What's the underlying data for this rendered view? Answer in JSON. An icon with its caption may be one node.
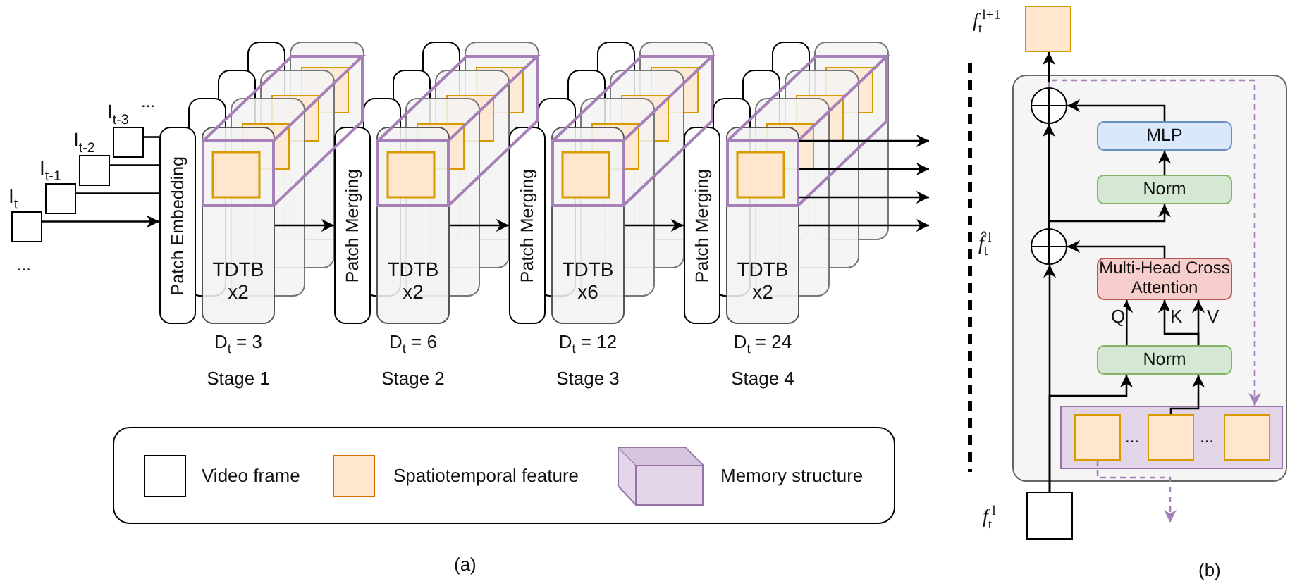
{
  "diagram": {
    "nodes": [
      {
        "text": [],
        "shape": "box",
        "beside": [
          "I$_{t}$"
        ]
      },
      {
        "text": [],
        "shape": "box",
        "beside": [
          "I$_{t-1}$"
        ]
      },
      {
        "text": [],
        "shape": "box",
        "beside": [
          "I$_{t-2}$"
        ]
      },
      {
        "text": [],
        "shape": "box",
        "beside": [
          "I$_{t-3}$"
        ]
      },
      {
        "text": [
          "Patch Embedding"
        ]
      },
      {
        "text": [
          "TDTB x2"
        ],
        "beside": [
          "D$_{t}$ = 3",
          "Stage 1"
        ]
      },
      {
        "text": [
          "Patch Merging"
        ]
      },
      {
        "text": [
          "TDTB x2"
        ],
        "beside": [
          "D$_{t}$ = 6",
          "Stage 2"
        ]
      },
      {
        "text": [
          "Patch Merging"
        ]
      },
      {
        "text": [
          "TDTB x6"
        ],
        "beside": [
          "D$_{t}$ = 12",
          "Stage 3"
        ]
      },
      {
        "text": [
          "Patch Merging"
        ]
      },
      {
        "text": [
          "TDTB x2"
        ],
        "beside": [
          "D$_{t}$ = 24",
          "Stage 4"
        ]
      },
      {
        "text": [],
        "shape": "box",
        "beside": [
          "*f*$_{t}$$^{l+1}$"
        ]
      },
      {
        "text": [],
        "shape": "box"
      },
      {
        "text": [],
        "shape": "circle",
        "in": 13
      },
      {
        "text": [
          "MLP"
        ],
        "in": 13
      },
      {
        "text": [
          "Norm"
        ],
        "in": 13
      },
      {
        "text": [],
        "shape": "circle",
        "in": 13,
        "beside": [
          "*f̂*$_{t}$$^{l}$"
        ]
      },
      {
        "text": [
          "Multi-Head Cross Attention"
        ],
        "in": 13
      },
      {
        "text": [
          "Norm"
        ],
        "in": 13
      },
      {
        "text": [],
        "shape": "box",
        "in": 13
      },
      {
        "text": [],
        "shape": "box",
        "in": 20
      },
      {
        "text": [],
        "shape": "box",
        "in": 20
      },
      {
        "text": [],
        "shape": "box",
        "in": 20
      },
      {
        "text": [],
        "shape": "box",
        "beside": [
          "*f*$_{t}$$^{l}$"
        ]
      }
    ],
    "edges": [
      {
        "from": 0,
        "to": 4,
        "arrow": "to"
      },
      {
        "from": 1,
        "to": 4,
        "arrow": "none"
      },
      {
        "from": 2,
        "to": 4,
        "arrow": "none"
      },
      {
        "from": 3,
        "to": 4,
        "arrow": "none"
      },
      {
        "from": 5,
        "to": 6,
        "arrow": "to"
      },
      {
        "from": 7,
        "to": 8,
        "arrow": "to"
      },
      {
        "from": 9,
        "to": 10,
        "arrow": "to"
      },
      {
        "from": 11,
        "to": null,
        "arrow": "to"
      },
      {
        "from": 11,
        "to": null,
        "arrow": "to"
      },
      {
        "from": 11,
        "to": null,
        "arrow": "to"
      },
      {
        "from": 11,
        "to": null,
        "arrow": "to"
      },
      {
        "from": 24,
        "to": 17,
        "arrow": "to"
      },
      {
        "from": 24,
        "to": 19,
        "arrow": "to"
      },
      {
        "from": 22,
        "to": 19,
        "arrow": "to"
      },
      {
        "from": 19,
        "to": 18,
        "arrow": "to",
        "label": "Q"
      },
      {
        "from": 19,
        "to": 18,
        "arrow": "to",
        "label": "K"
      },
      {
        "from": 19,
        "to": 18,
        "arrow": "to",
        "label": "V"
      },
      {
        "from": 18,
        "to": 17,
        "arrow": "to"
      },
      {
        "from": 17,
        "to": 14,
        "arrow": "to"
      },
      {
        "from": 17,
        "to": 16,
        "arrow": "to"
      },
      {
        "from": 16,
        "to": 15,
        "arrow": "to"
      },
      {
        "from": 15,
        "to": 14,
        "arrow": "to"
      },
      {
        "from": 14,
        "to": 12,
        "arrow": "to"
      },
      {
        "from": 14,
        "to": 20,
        "arrow": "to",
        "style": "dashed",
        "color": "#a680b8"
      },
      {
        "from": 21,
        "to": null,
        "arrow": "to",
        "style": "dashed",
        "color": "#a680b8"
      }
    ],
    "labels": [
      "...",
      "...",
      "...",
      "...",
      "(a)",
      "(b)"
    ],
    "legend": [
      {
        "text": "Video frame",
        "color": "#ffffff"
      },
      {
        "text": "Spatiotemporal feature",
        "color": "#ffe6cc"
      },
      {
        "text": "Memory structure"
      }
    ]
  }
}
